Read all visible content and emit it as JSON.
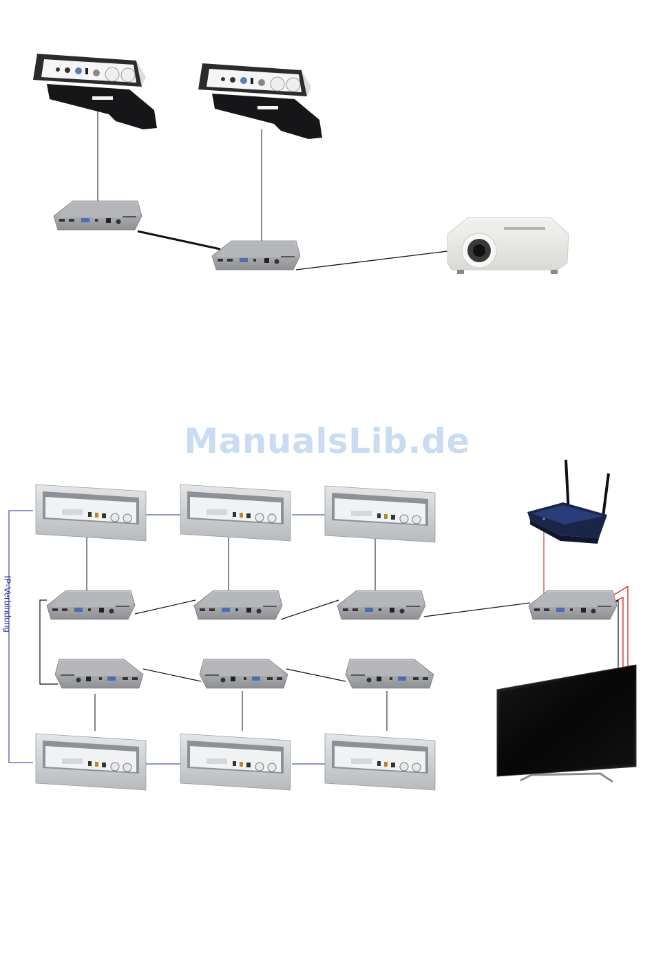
{
  "watermark": "ManualsLib.de",
  "ip_label": "IP-Verbindung",
  "colors": {
    "black_wire": "#111111",
    "blue_wire": "#1b2d9c",
    "red_wire": "#cc1111",
    "watermark": "#c9dcf2",
    "device_gray": "#a9abae"
  },
  "devices": {
    "top_panels": [
      "tilt-socket-panel",
      "tilt-socket-panel"
    ],
    "top_boxes": [
      "extender-box",
      "extender-box"
    ],
    "projector": "projector",
    "table_boxes_top_row": [
      "table-connection-box",
      "table-connection-box",
      "table-connection-box"
    ],
    "table_boxes_bottom_row": [
      "table-connection-box",
      "table-connection-box",
      "table-connection-box"
    ],
    "router": "wifi-router",
    "display": "flat-screen-tv"
  }
}
